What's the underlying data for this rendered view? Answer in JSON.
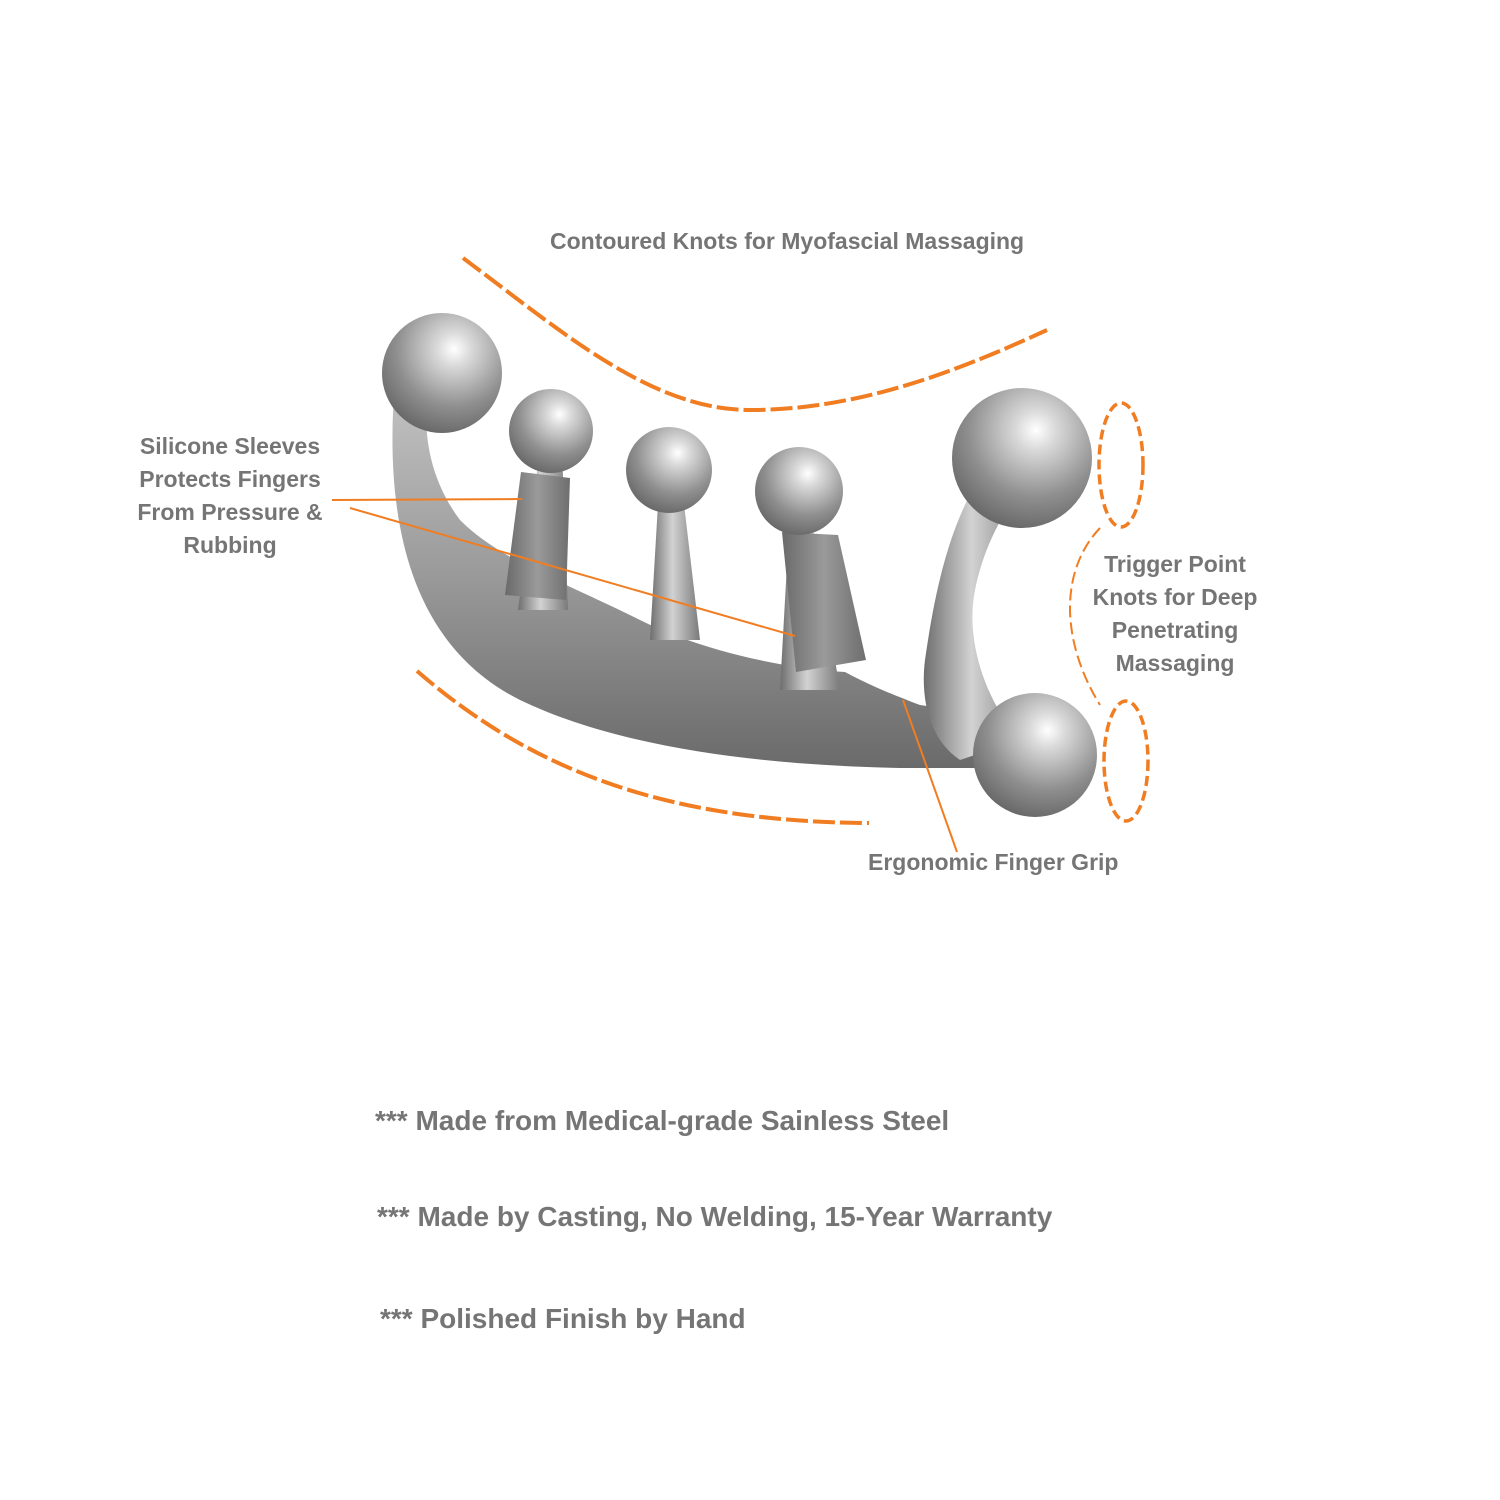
{
  "colors": {
    "accent": "#f07d22",
    "text": "#757575",
    "steel_dark": "#707070",
    "steel_light": "#e8e8e8",
    "sleeve": "#7c7c7c"
  },
  "product_image": "stainless-steel-massage-tool",
  "callouts": {
    "contoured_knots": "Contoured Knots for Myofascial Massaging",
    "silicone_sleeves": [
      "Silicone Sleeves",
      "Protects Fingers",
      "From Pressure &",
      "Rubbing"
    ],
    "trigger_point": [
      "Trigger Point",
      "Knots for Deep",
      "Penetrating",
      "Massaging"
    ],
    "finger_grip": "Ergonomic Finger Grip"
  },
  "features": [
    "*** Made from Medical-grade Sainless Steel",
    "***  Made by Casting, No Welding, 15-Year Warranty",
    "*** Polished Finish by Hand"
  ]
}
